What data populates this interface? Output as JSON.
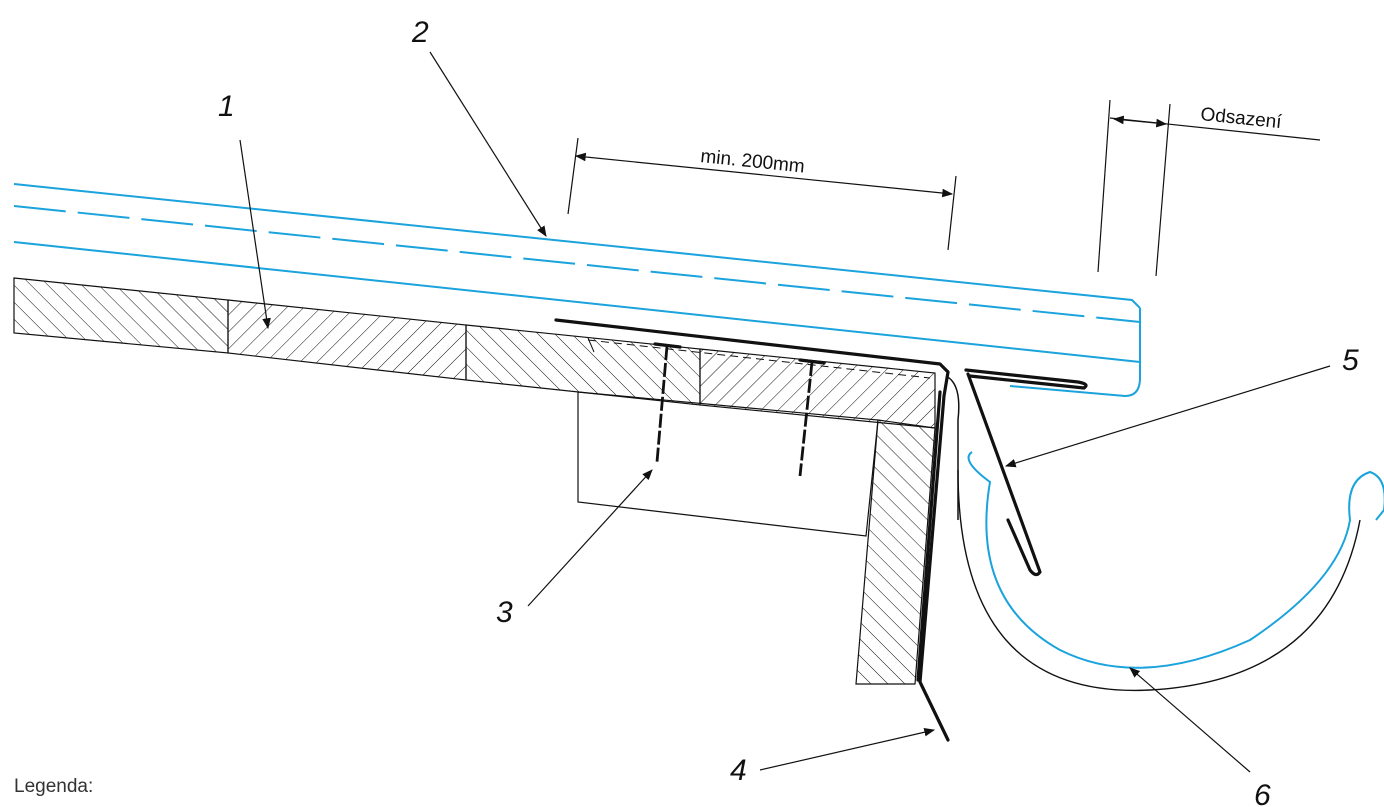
{
  "labels": {
    "n1": "1",
    "n2": "2",
    "n3": "3",
    "n4": "4",
    "n5": "5",
    "n6": "6"
  },
  "dimensions": {
    "overlap": "min. 200mm",
    "offset": "Odsazení"
  },
  "legend": {
    "title": "Legenda:"
  },
  "colors": {
    "membrane": "#1aa3dc",
    "lines": "#111111"
  }
}
